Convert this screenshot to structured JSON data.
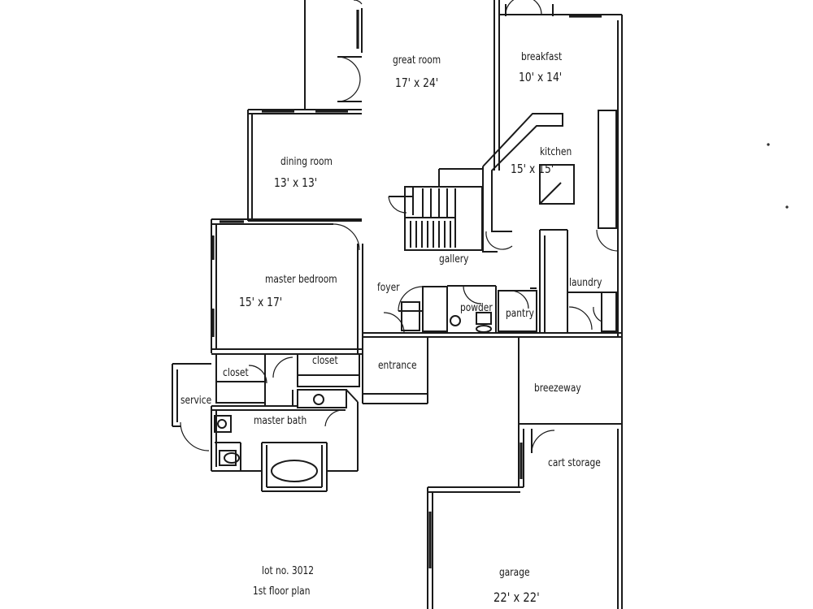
{
  "rooms": {
    "great_room": {
      "name": "great room",
      "size": "17' x 24'"
    },
    "breakfast": {
      "name": "breakfast",
      "size": "10' x 14'"
    },
    "dining_room": {
      "name": "dining room",
      "size": "13' x 13'"
    },
    "kitchen": {
      "name": "kitchen",
      "size": "15' x 15'"
    },
    "master_bedroom": {
      "name": "master bedroom",
      "size": "15' x 17'"
    },
    "gallery": {
      "name": "gallery"
    },
    "foyer": {
      "name": "foyer"
    },
    "powder": {
      "name": "powder"
    },
    "pantry": {
      "name": "pantry"
    },
    "laundry": {
      "name": "laundry"
    },
    "closet_left": {
      "name": "closet"
    },
    "closet_right": {
      "name": "closet"
    },
    "entrance": {
      "name": "entrance"
    },
    "breezeway": {
      "name": "breezeway"
    },
    "service": {
      "name": "service"
    },
    "master_bath": {
      "name": "master bath"
    },
    "cart_storage": {
      "name": "cart storage"
    },
    "garage": {
      "name": "garage",
      "size": "22' x 22'"
    }
  },
  "title": {
    "lot": "lot no. 3012",
    "plan": "1st floor plan"
  }
}
